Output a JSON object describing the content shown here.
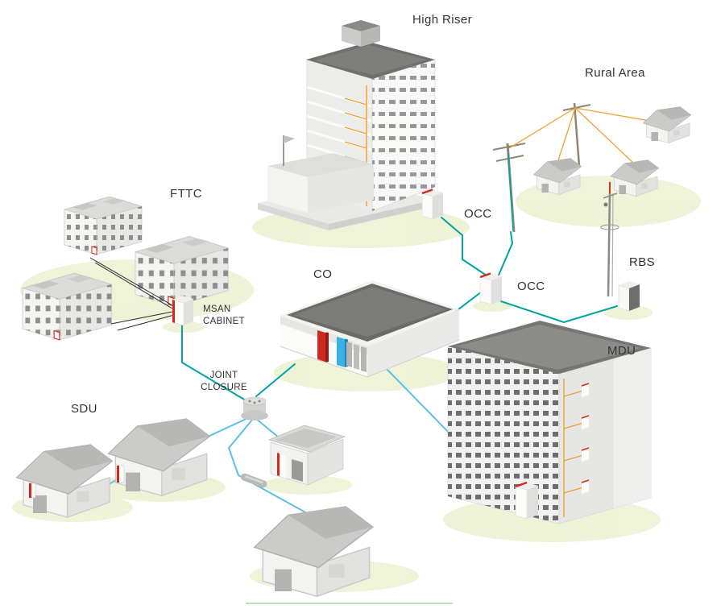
{
  "diagram": {
    "labels": {
      "high_riser": "High Riser",
      "rural_area": "Rural Area",
      "fttc": "FTTC",
      "occ_high_riser": "OCC",
      "co": "CO",
      "occ_rural": "OCC",
      "rbs": "RBS",
      "msan_line1": "MSAN",
      "msan_line2": "CABINET",
      "mdu": "MDU",
      "joint_line1": "JOINT",
      "joint_line2": "CLOSURE",
      "sdu": "SDU"
    },
    "colors": {
      "fiber_teal": "#00a3a0",
      "fiber_blue": "#5bc0e8",
      "copper_drop_orange": "#f0a030",
      "cabinet_accent_red": "#d4281e",
      "ground_glow": "#edf2d3",
      "background": "#ffffff"
    }
  }
}
